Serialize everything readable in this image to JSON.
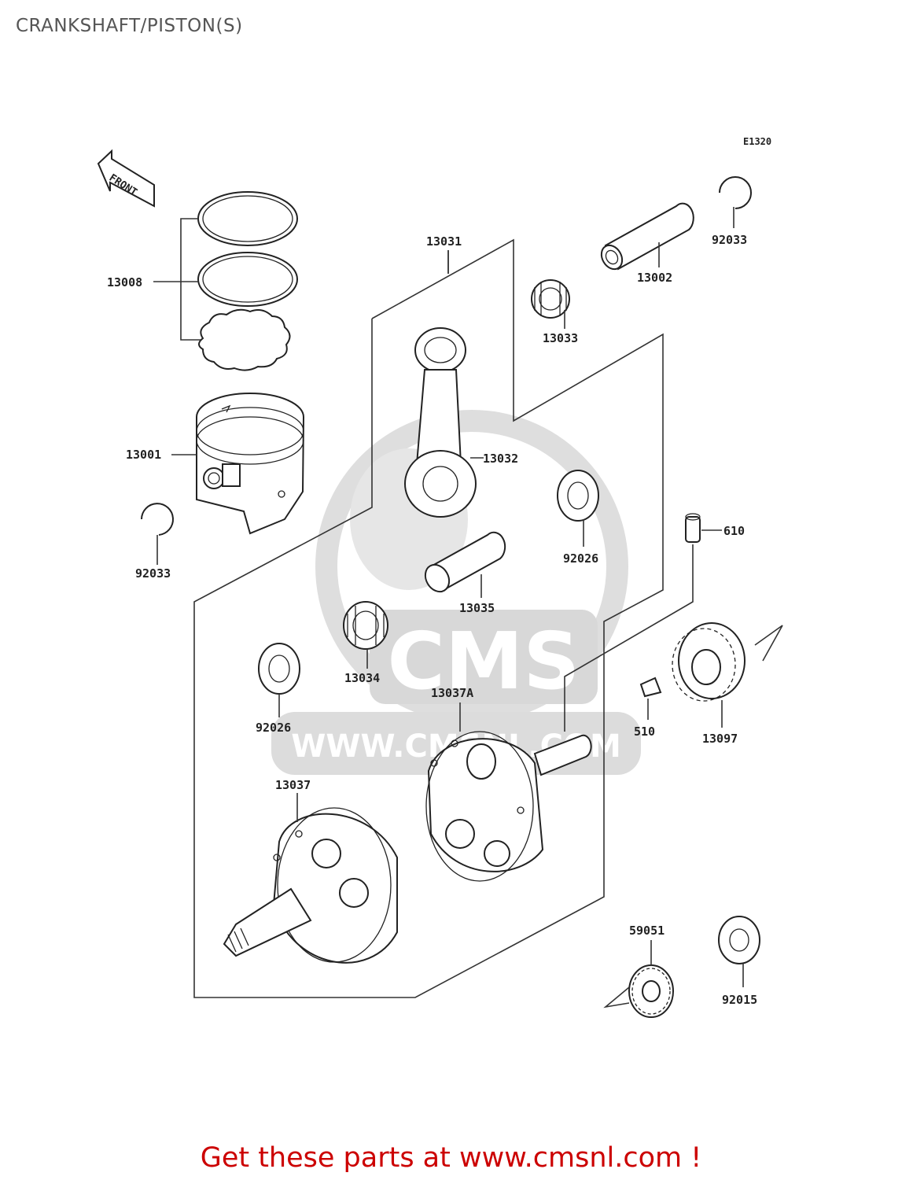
{
  "page": {
    "title": "CRANKSHAFT/PISTON(S)",
    "footer": "Get these parts at www.cmsnl.com !"
  },
  "diagram": {
    "code": "E1320",
    "front_marker": "FRONT",
    "watermark": {
      "brand": "CMS",
      "url": "WWW.CMSNL.COM"
    },
    "parts": [
      {
        "id": "p13008",
        "number": "13008"
      },
      {
        "id": "p13001",
        "number": "13001"
      },
      {
        "id": "p92033a",
        "number": "92033"
      },
      {
        "id": "p13031",
        "number": "13031"
      },
      {
        "id": "p13033",
        "number": "13033"
      },
      {
        "id": "p13002",
        "number": "13002"
      },
      {
        "id": "p92033b",
        "number": "92033"
      },
      {
        "id": "p13032",
        "number": "13032"
      },
      {
        "id": "p92026a",
        "number": "92026"
      },
      {
        "id": "p610",
        "number": "610"
      },
      {
        "id": "p13035",
        "number": "13035"
      },
      {
        "id": "p13034",
        "number": "13034"
      },
      {
        "id": "p92026b",
        "number": "92026"
      },
      {
        "id": "p13037A",
        "number": "13037A"
      },
      {
        "id": "p510",
        "number": "510"
      },
      {
        "id": "p13097",
        "number": "13097"
      },
      {
        "id": "p13037",
        "number": "13037"
      },
      {
        "id": "p59051",
        "number": "59051"
      },
      {
        "id": "p92015",
        "number": "92015"
      }
    ]
  },
  "colors": {
    "footer_text": "#cc0000",
    "title_text": "#555555",
    "line": "#333333",
    "watermark": "#dddddd"
  }
}
